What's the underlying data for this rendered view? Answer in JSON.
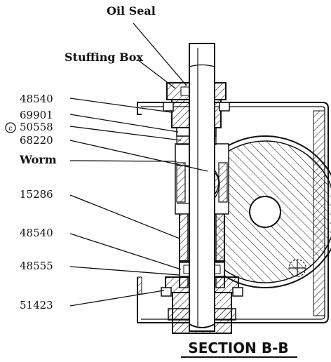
{
  "labels": {
    "oil_seal": "Oil Seal",
    "stuffing_box": "Stuffing Box",
    "p1": "48540",
    "p2": "69901",
    "copyright_symbol": "c",
    "p3": "50558",
    "p4": "68220",
    "worm": "Worm",
    "p5": "15286",
    "p6": "48540",
    "p7": "48555",
    "p8": "51423"
  },
  "title": "SECTION B-B"
}
